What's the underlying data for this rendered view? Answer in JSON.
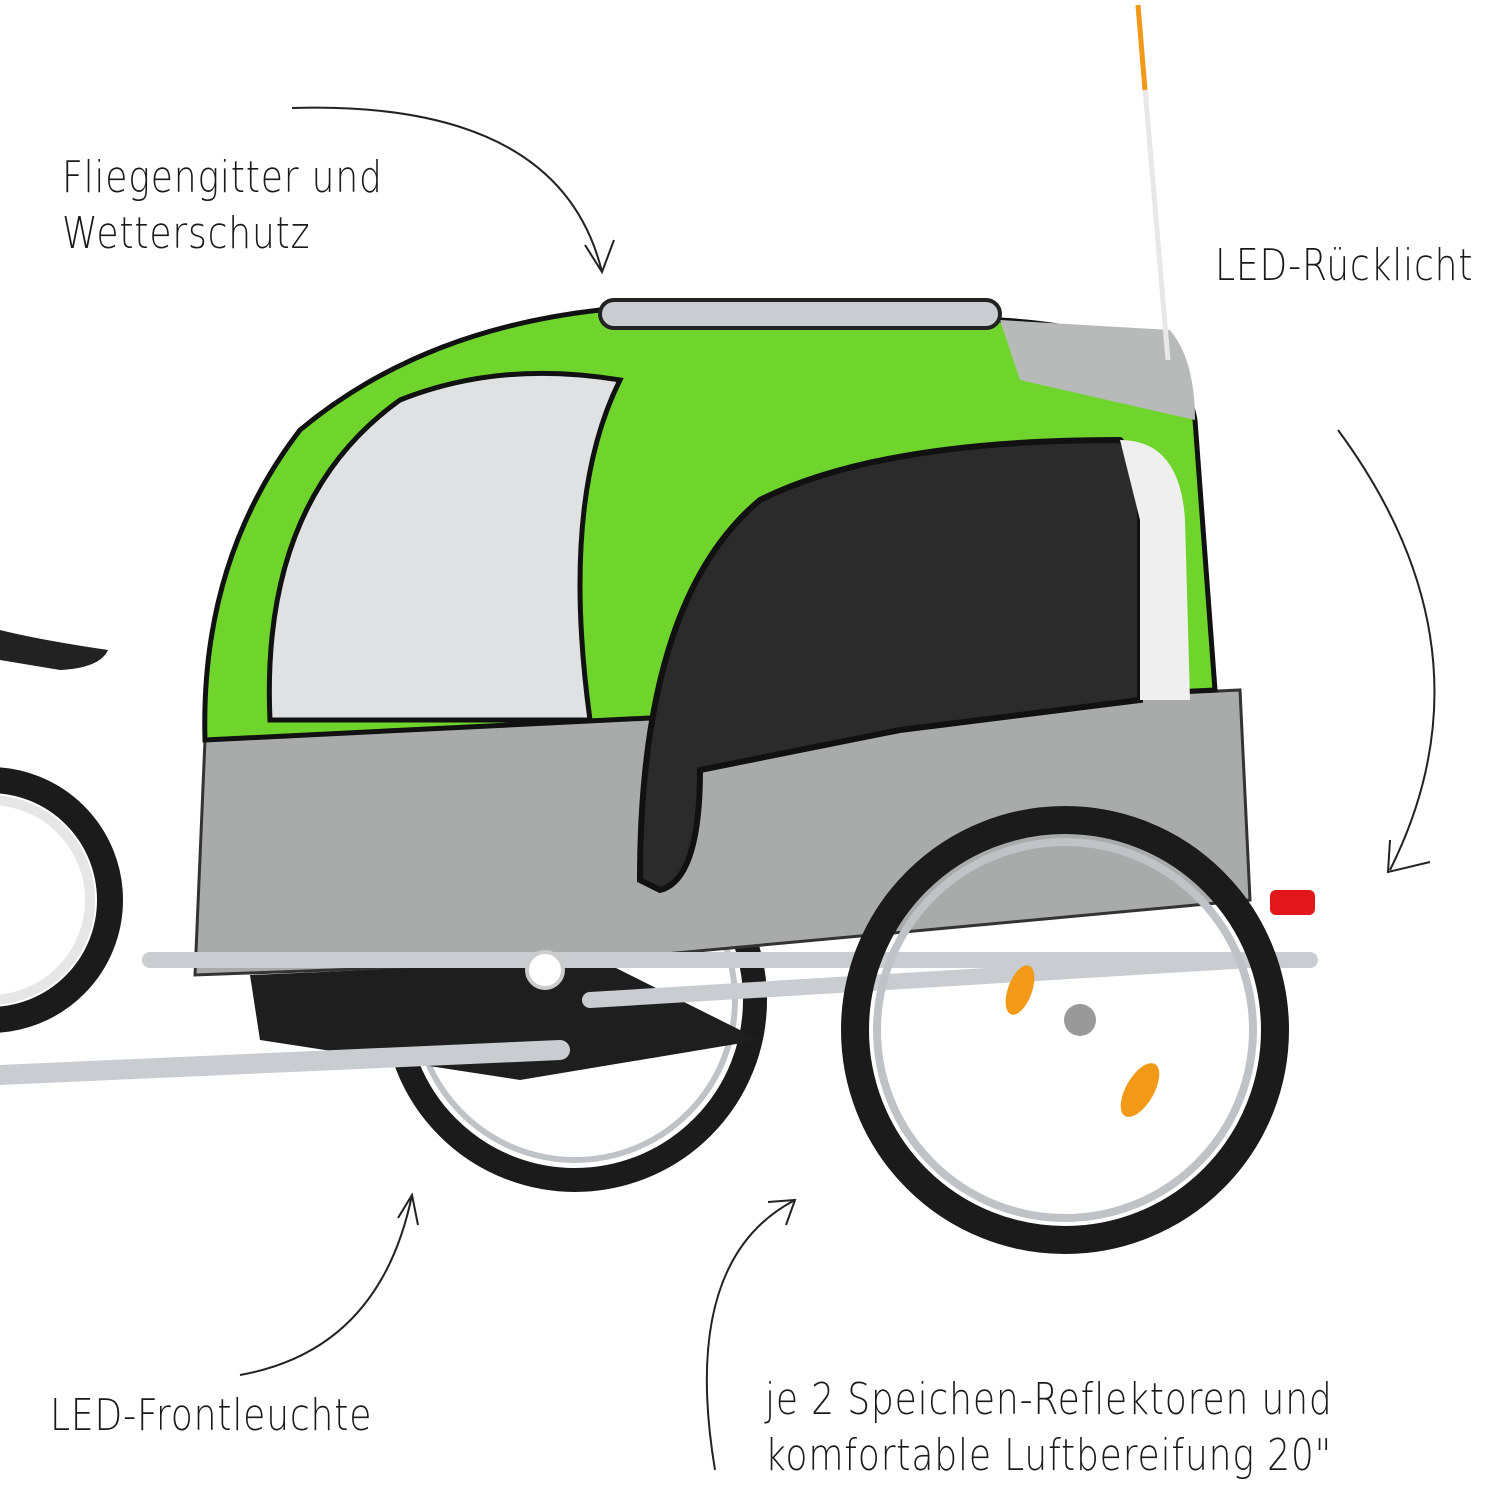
{
  "annotations": {
    "mesh_weather": {
      "line1": "Fliegengitter und",
      "line2": "Wetterschutz"
    },
    "rear_light": "LED-Rücklicht",
    "front_light": "LED-Frontleuchte",
    "wheels": {
      "line1": "je 2 Speichen-Reflektoren und",
      "line2": "komfortable Luftbereifung 20\""
    }
  },
  "colors": {
    "canopy_green": "#6fd42c",
    "body_gray": "#a9abaa",
    "frame_silver": "#c9ccd0",
    "tire_black": "#1b1b1b",
    "rear_light_red": "#e3161b",
    "reflector_orange": "#f29a18"
  }
}
